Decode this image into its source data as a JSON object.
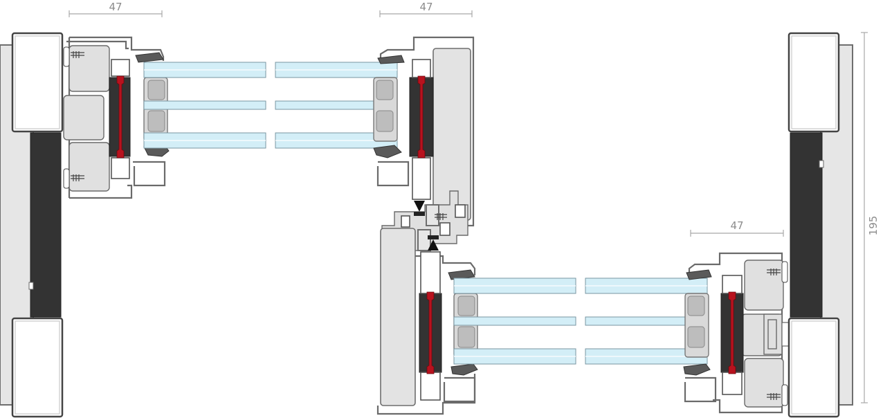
{
  "dimensions": {
    "left_sash_width": "47",
    "middle_sash_width": "47",
    "right_sash_width": "47",
    "total_height": "195"
  }
}
